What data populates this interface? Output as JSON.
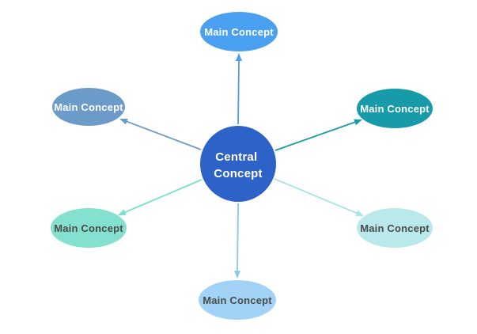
{
  "diagram": {
    "background": "#ffffff",
    "center": {
      "label": "Central Concept",
      "line1": "Central",
      "line2": "Concept",
      "color": "#2d63c8",
      "text_color": "#ffffff"
    },
    "nodes": [
      {
        "label": "Main Concept",
        "position": "top",
        "color": "#4aa0f0",
        "arrow_color": "#4aa0f0",
        "text_color": "#ffffff"
      },
      {
        "label": "Main Concept",
        "position": "top-right",
        "color": "#189ba8",
        "arrow_color": "#189ba8",
        "text_color": "#ffffff"
      },
      {
        "label": "Main Concept",
        "position": "bottom-right",
        "color": "#b9e9ea",
        "arrow_color": "#a5e4e8",
        "text_color": "#4a4a4a"
      },
      {
        "label": "Main Concept",
        "position": "bottom",
        "color": "#a2d3f6",
        "arrow_color": "#8ac6f3",
        "text_color": "#4a4a4a"
      },
      {
        "label": "Main Concept",
        "position": "bottom-left",
        "color": "#85e1cf",
        "arrow_color": "#7adfcb",
        "text_color": "#4a4a4a"
      },
      {
        "label": "Main Concept",
        "position": "top-left",
        "color": "#6c9bca",
        "arrow_color": "#6c9bca",
        "text_color": "#ffffff"
      }
    ]
  }
}
